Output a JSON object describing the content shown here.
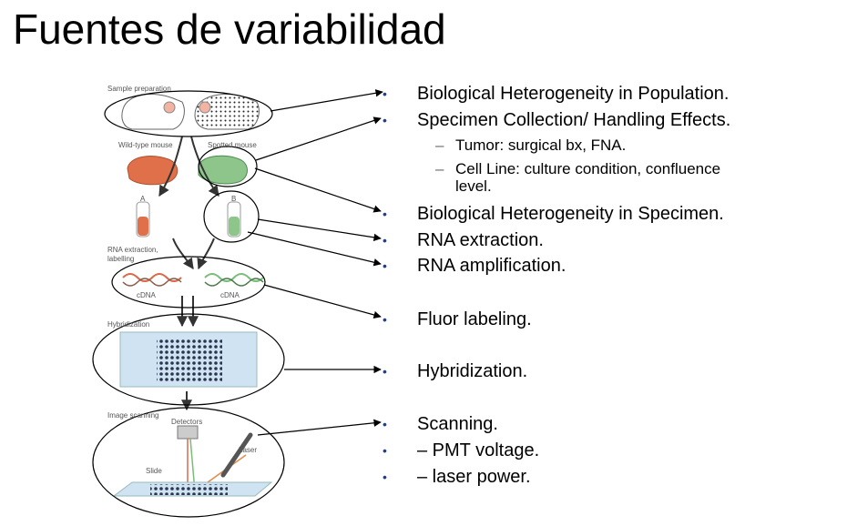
{
  "title": "Fuentes de variabilidad",
  "bullets": [
    "Biological Heterogeneity in Population.",
    "Specimen Collection/ Handling Effects.",
    "Biological Heterogeneity in Specimen.",
    "RNA extraction.",
    "RNA amplification.",
    "Fluor labeling.",
    "Hybridization.",
    "Scanning.",
    "– PMT voltage.",
    "– laser power."
  ],
  "subbullets": [
    "Tumor: surgical bx, FNA.",
    "Cell Line: culture condition, confluence",
    "level."
  ],
  "diagram_labels": {
    "sample_preparation": "Sample preparation",
    "wild_type": "Wild-type mouse",
    "spotted": "Spotted mouse",
    "tube_a": "A",
    "tube_b": "B",
    "rna_extraction": "RNA extraction,",
    "labelling": "labelling",
    "cdna_left": "cDNA",
    "cdna_right": "cDNA",
    "hybridization": "Hybridization",
    "image_scanning": "Image scanning",
    "detectors": "Detectors",
    "laser": "Laser",
    "slide": "Slide"
  },
  "colors": {
    "bullet": "#1f3f8f",
    "organ_red": "#e0704a",
    "organ_green": "#8dc58a",
    "chip": "#2b3550"
  }
}
